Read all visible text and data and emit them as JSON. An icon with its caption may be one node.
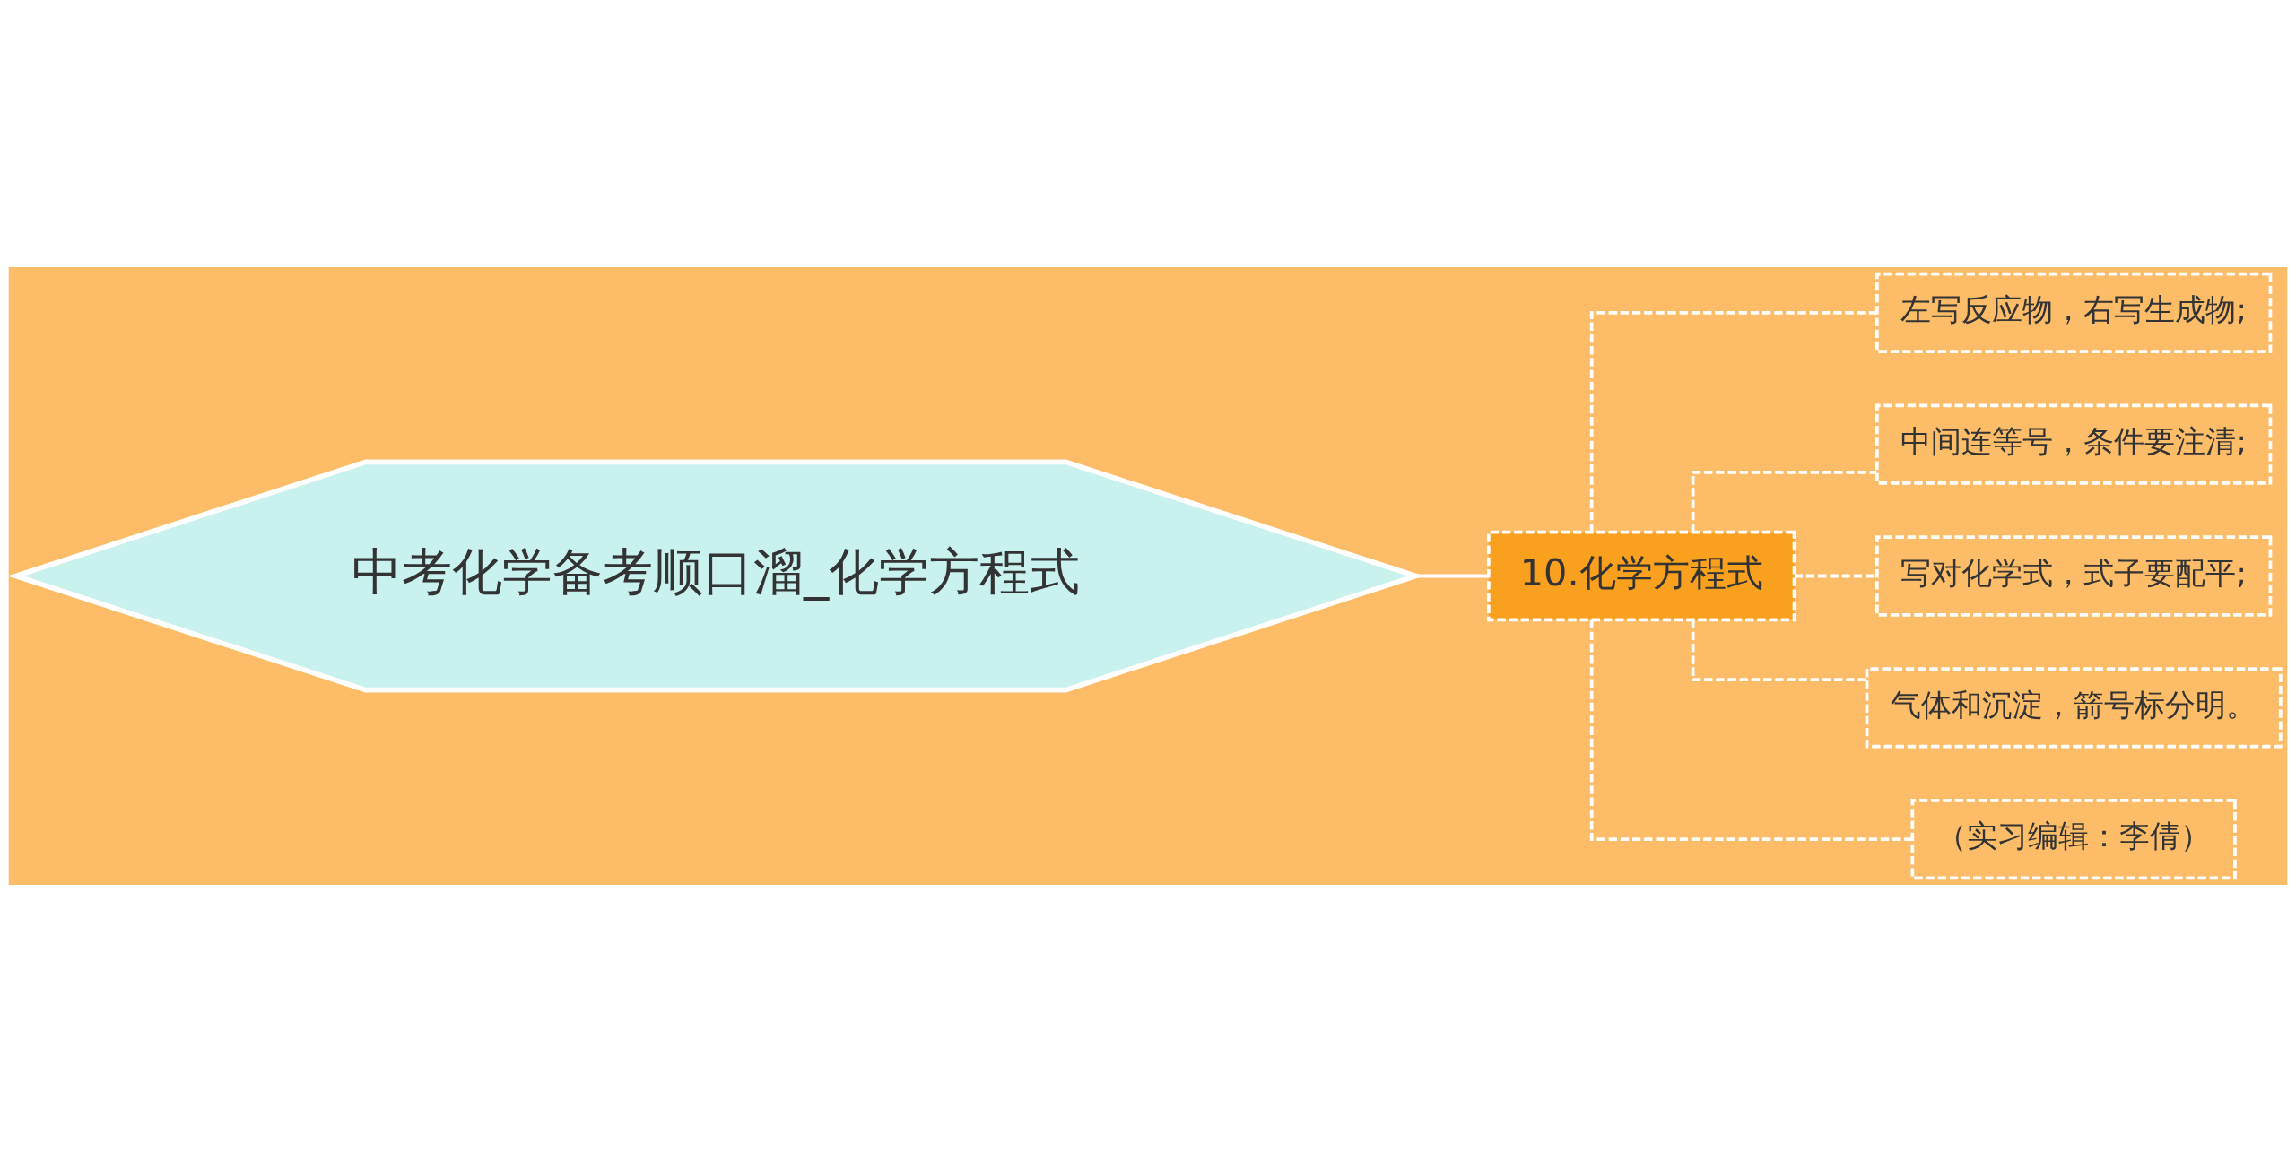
{
  "diagram": {
    "nodes": [
      {
        "text": [
          "中考化学备考顺口溜_化学方程式"
        ]
      },
      {
        "text": [
          "10.化学方程式"
        ]
      },
      {
        "text": [
          "左写反应物，右写生成物;"
        ]
      },
      {
        "text": [
          "中间连等号，条件要注清;"
        ]
      },
      {
        "text": [
          "写对化学式，式子要配平;"
        ]
      },
      {
        "text": [
          "气体和沉淀，箭号标分明。"
        ]
      },
      {
        "text": [
          "（实习编辑：李倩）"
        ]
      }
    ],
    "edges": [
      {
        "from": 0,
        "to": 1,
        "arrow": "none"
      },
      {
        "from": 1,
        "to": 2,
        "arrow": "none",
        "style": "dashed"
      },
      {
        "from": 1,
        "to": 3,
        "arrow": "none",
        "style": "dashed"
      },
      {
        "from": 1,
        "to": 4,
        "arrow": "none",
        "style": "dashed"
      },
      {
        "from": 1,
        "to": 5,
        "arrow": "none",
        "style": "dashed"
      },
      {
        "from": 1,
        "to": 6,
        "arrow": "none",
        "style": "dashed"
      }
    ]
  }
}
